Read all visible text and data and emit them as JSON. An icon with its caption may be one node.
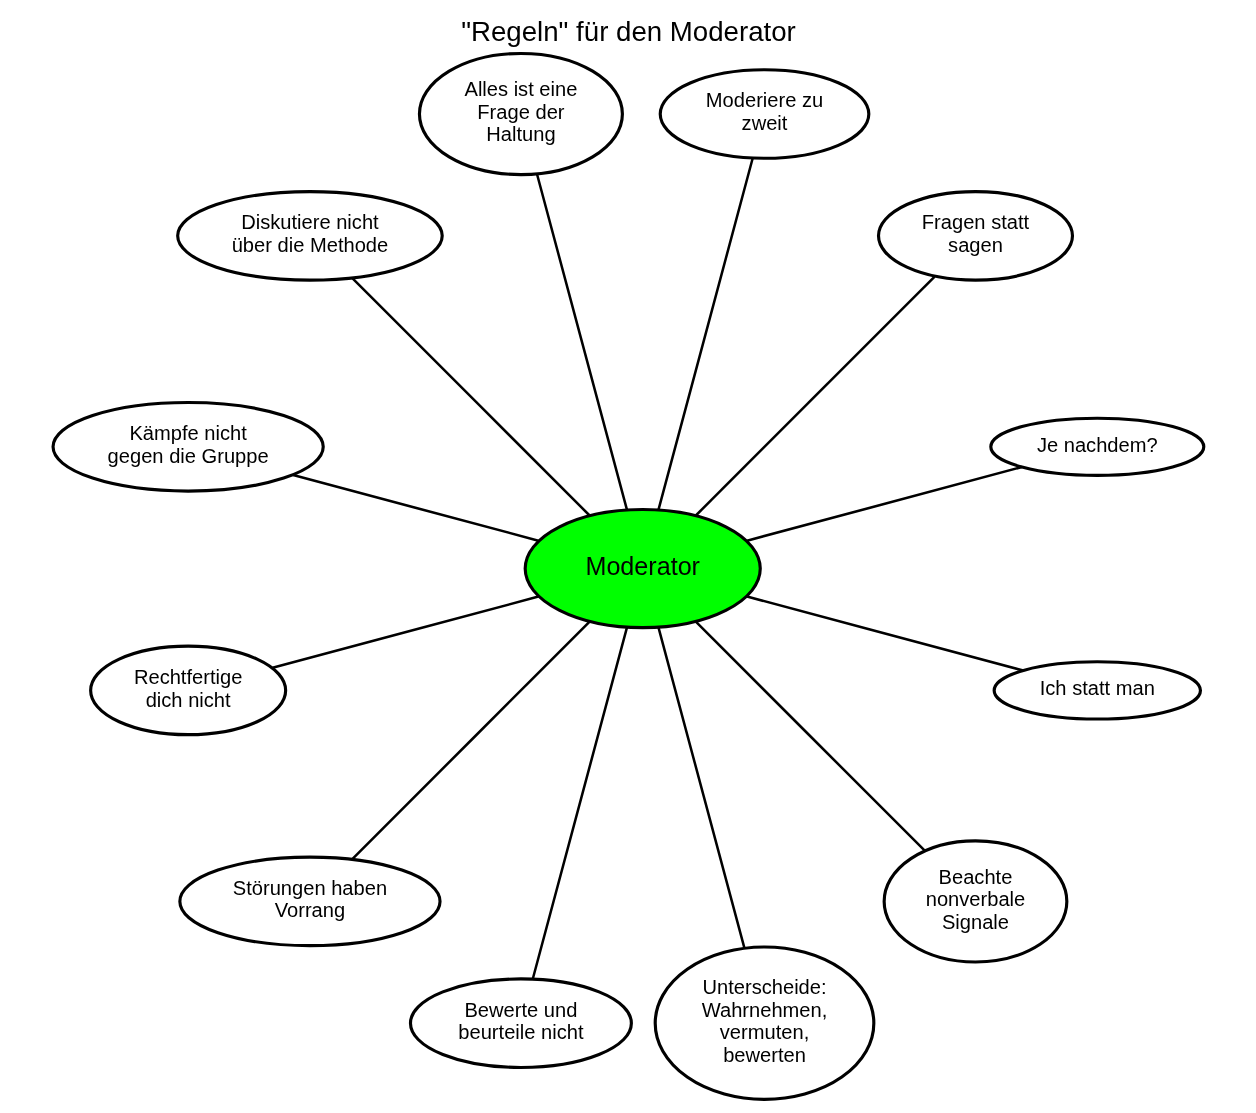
{
  "diagram": {
    "title": "\"Regeln\" für den Moderator",
    "nodes": [
      {
        "text": [
          "Moderator"
        ]
      },
      {
        "text": [
          "Je nachdem?"
        ]
      },
      {
        "text": [
          "Fragen statt sagen"
        ]
      },
      {
        "text": [
          "Moderiere zu zweit"
        ]
      },
      {
        "text": [
          "Alles ist eine Frage der Haltung"
        ]
      },
      {
        "text": [
          "Diskutiere nicht über die Methode"
        ]
      },
      {
        "text": [
          "Kämpfe nicht gegen die Gruppe"
        ]
      },
      {
        "text": [
          "Rechtfertige dich nicht"
        ]
      },
      {
        "text": [
          "Störungen haben Vorrang"
        ]
      },
      {
        "text": [
          "Bewerte und beurteile nicht"
        ]
      },
      {
        "text": [
          "Unterscheide: Wahrnehmen, vermuten, bewerten"
        ]
      },
      {
        "text": [
          "Beachte nonverbale Signale"
        ]
      },
      {
        "text": [
          "Ich statt man"
        ]
      }
    ],
    "edges": [
      {
        "from": 0,
        "to": 1,
        "arrow": "none"
      },
      {
        "from": 0,
        "to": 2,
        "arrow": "none"
      },
      {
        "from": 0,
        "to": 3,
        "arrow": "none"
      },
      {
        "from": 0,
        "to": 4,
        "arrow": "none"
      },
      {
        "from": 0,
        "to": 5,
        "arrow": "none"
      },
      {
        "from": 0,
        "to": 6,
        "arrow": "none"
      },
      {
        "from": 0,
        "to": 7,
        "arrow": "none"
      },
      {
        "from": 0,
        "to": 8,
        "arrow": "none"
      },
      {
        "from": 0,
        "to": 9,
        "arrow": "none"
      },
      {
        "from": 0,
        "to": 10,
        "arrow": "none"
      },
      {
        "from": 0,
        "to": 11,
        "arrow": "none"
      },
      {
        "from": 0,
        "to": 12,
        "arrow": "none"
      }
    ]
  }
}
